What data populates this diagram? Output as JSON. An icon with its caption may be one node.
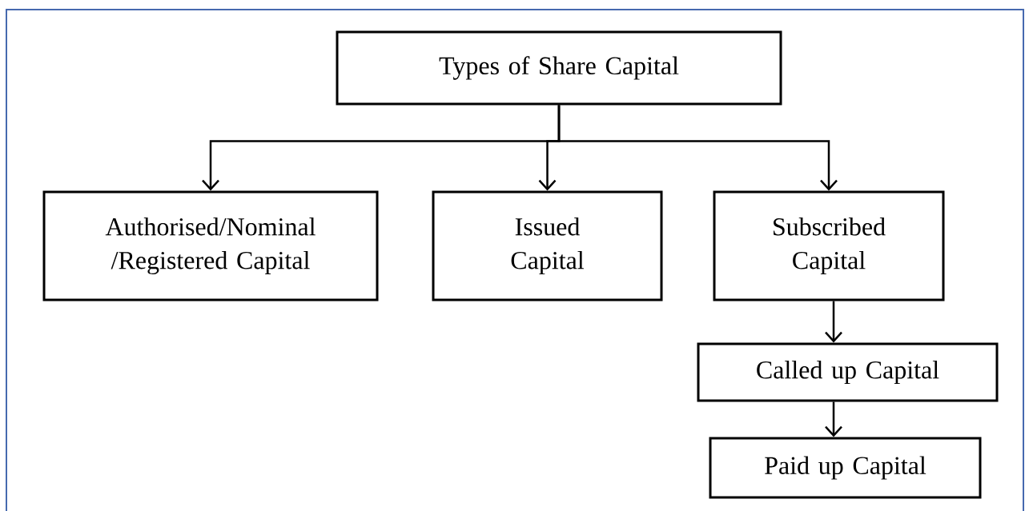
{
  "diagram": {
    "nodes": [
      {
        "text": [
          "Types of Share Capital"
        ]
      },
      {
        "text": [
          "Authorised/Nominal /Registered Capital"
        ]
      },
      {
        "text": [
          "Issued Capital"
        ]
      },
      {
        "text": [
          "Subscribed Capital"
        ]
      },
      {
        "text": [
          "Called up Capital"
        ]
      },
      {
        "text": [
          "Paid up Capital"
        ]
      }
    ],
    "edges": [
      {
        "from": 0,
        "to": 1,
        "arrow": "to"
      },
      {
        "from": 0,
        "to": 2,
        "arrow": "to"
      },
      {
        "from": 0,
        "to": 3,
        "arrow": "to"
      },
      {
        "from": 3,
        "to": 4,
        "arrow": "to"
      },
      {
        "from": 4,
        "to": 5,
        "arrow": "to"
      }
    ]
  }
}
